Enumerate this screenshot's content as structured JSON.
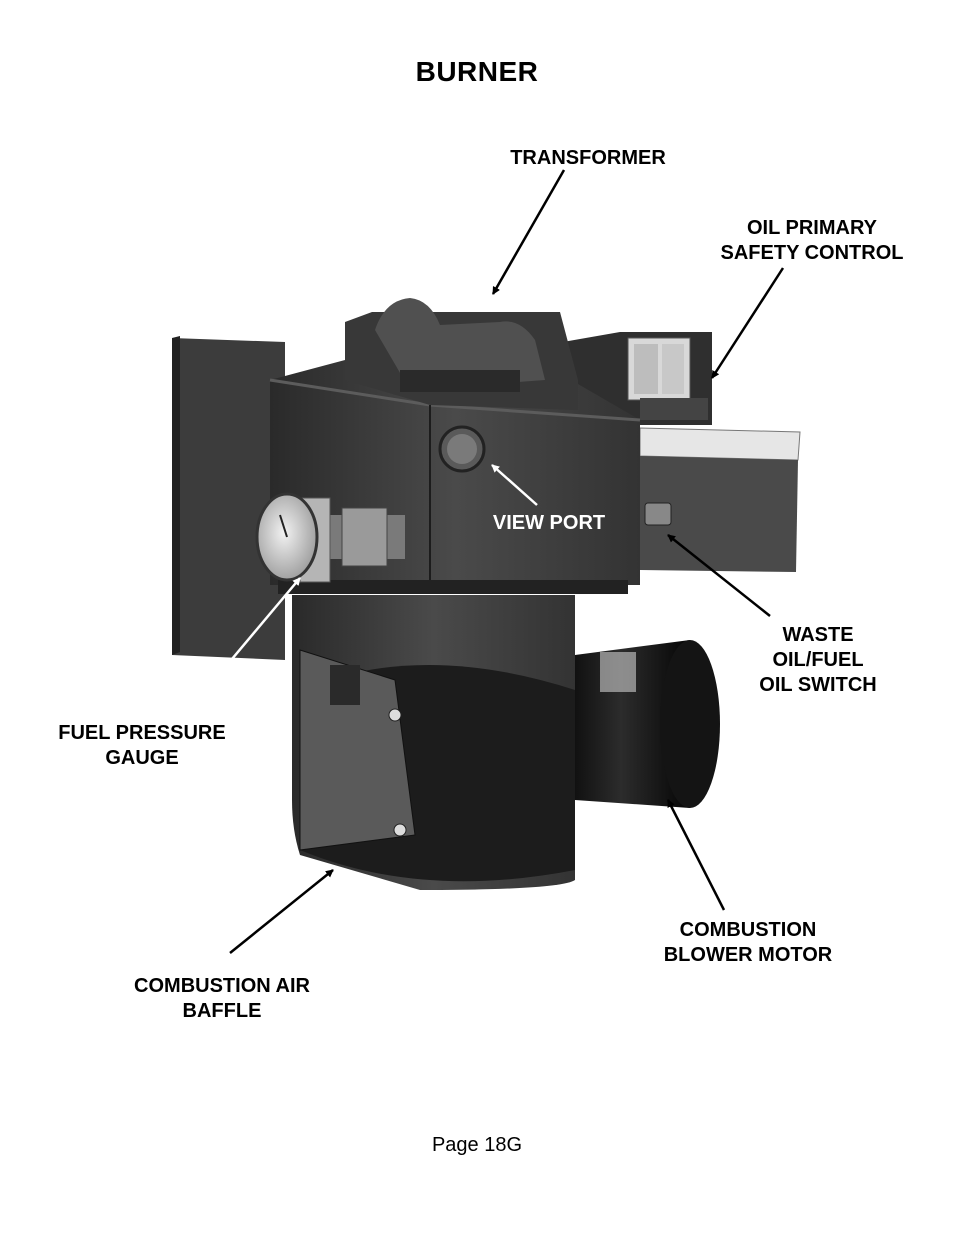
{
  "title": "BURNER",
  "labels": {
    "transformer": [
      "TRANSFORMER"
    ],
    "oil_primary": [
      "OIL PRIMARY",
      "SAFETY CONTROL"
    ],
    "view_port": [
      "VIEW PORT"
    ],
    "waste_switch": [
      "WASTE",
      "OIL/FUEL",
      "OIL SWITCH"
    ],
    "fuel_gauge": [
      "FUEL PRESSURE",
      "GAUGE"
    ],
    "blower_motor": [
      "COMBUSTION",
      "BLOWER MOTOR"
    ],
    "air_baffle": [
      "COMBUSTION AIR",
      "BAFFLE"
    ]
  },
  "footer": "Page 18G"
}
